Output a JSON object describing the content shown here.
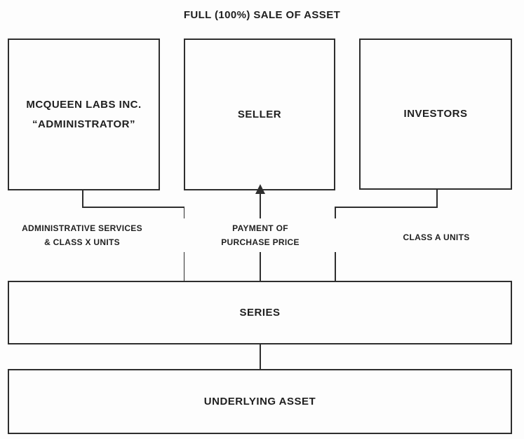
{
  "diagram": {
    "title": "FULL (100%) SALE OF ASSET",
    "nodes": {
      "administrator": {
        "line1": "MCQUEEN LABS INC.",
        "line2": "“ADMINISTRATOR”"
      },
      "seller": {
        "label": "SELLER"
      },
      "investors": {
        "label": "INVESTORS"
      },
      "series": {
        "label": "SERIES"
      },
      "underlying_asset": {
        "label": "UNDERLYING ASSET"
      }
    },
    "edges": {
      "administrator_to_series": {
        "line1": "ADMINISTRATIVE SERVICES",
        "line2": "& CLASS X UNITS"
      },
      "series_to_seller": {
        "line1": "PAYMENT OF",
        "line2": "PURCHASE PRICE",
        "arrow_direction": "up"
      },
      "investors_to_series": {
        "label": "CLASS A UNITS"
      }
    },
    "colors": {
      "line": "#2e2e2e",
      "text": "#1f1f1f",
      "background": "#fdfdfd"
    }
  }
}
